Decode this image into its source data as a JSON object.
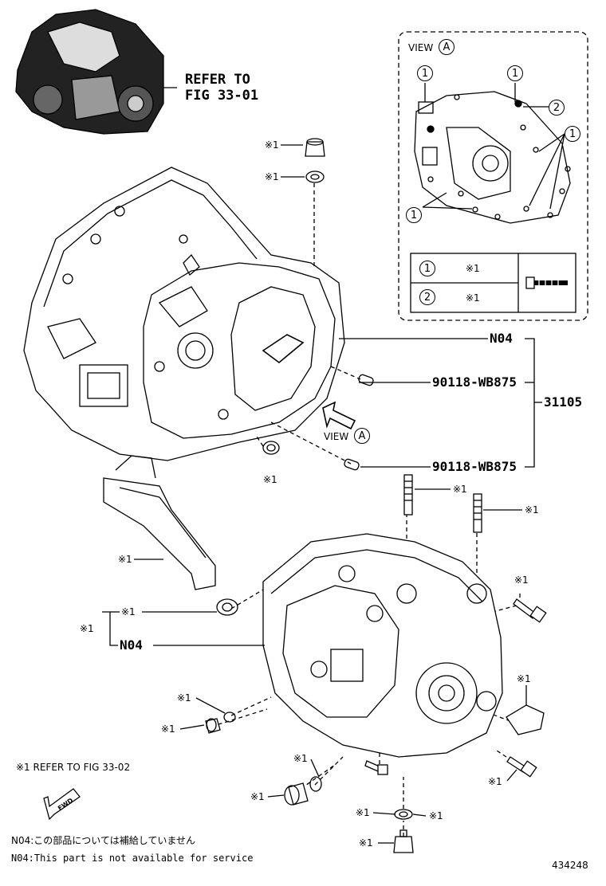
{
  "refer_to": {
    "line1": "REFER TO",
    "line2": "FIG 33-01"
  },
  "view_box": {
    "title": "VIEW",
    "letter": "A",
    "callouts": [
      "1",
      "1",
      "2",
      "1",
      "1"
    ]
  },
  "legend_table": {
    "rows": [
      {
        "num": "1",
        "note": "※1"
      },
      {
        "num": "2",
        "note": "※1"
      }
    ]
  },
  "parts": {
    "n04_top": "N04",
    "pin1": "90118-WB875",
    "pin2": "90118-WB875",
    "assembly": "31105",
    "n04_left": "N04"
  },
  "view_marker": {
    "title": "VIEW",
    "letter": "A"
  },
  "notes": {
    "a1": "※1",
    "a2": "※1",
    "a3": "※1",
    "a4": "※1",
    "a5": "※1",
    "a6": "※1",
    "a7": "※1",
    "a8": "※1",
    "a9": "※1",
    "a10": "※1",
    "a11": "※1",
    "a12": "※1",
    "a13": "※1",
    "a14": "※1",
    "a15": "※1",
    "a16": "※1",
    "a17": "※1",
    "a18": "※1"
  },
  "footer": {
    "refer_note": "※1 REFER TO FIG 33-02",
    "fwd": "FWD",
    "n04_jp": "N04:この部品については補給していません",
    "n04_en": "N04:This part is not available for service",
    "figure_number": "434248"
  }
}
